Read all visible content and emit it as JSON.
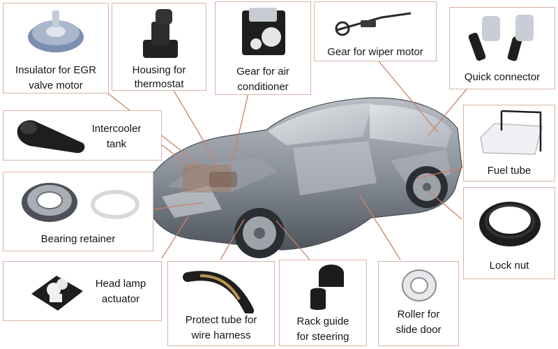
{
  "parts": [
    {
      "id": "insulator-egr-valve-motor",
      "line1": "Insulator for EGR",
      "line2": "valve motor",
      "icon": "egr-insulator-icon"
    },
    {
      "id": "housing-thermostat",
      "line1": "Housing for",
      "line2": "thermostat",
      "icon": "thermostat-housing-icon"
    },
    {
      "id": "gear-air-conditioner",
      "line1": "Gear for air",
      "line2": "conditioner",
      "icon": "ac-gear-icon"
    },
    {
      "id": "gear-wiper-motor",
      "line1": "Gear for wiper motor",
      "line2": "",
      "icon": "wiper-gear-icon"
    },
    {
      "id": "quick-connector",
      "line1": "Quick connector",
      "line2": "",
      "icon": "quick-connector-icon"
    },
    {
      "id": "intercooler-tank",
      "line1": "Intercooler",
      "line2": "tank",
      "icon": "intercooler-tank-icon"
    },
    {
      "id": "fuel-tube",
      "line1": "Fuel tube",
      "line2": "",
      "icon": "fuel-tube-icon"
    },
    {
      "id": "bearing-retainer",
      "line1": "Bearing retainer",
      "line2": "",
      "icon": "bearing-retainer-icon"
    },
    {
      "id": "lock-nut",
      "line1": "Lock nut",
      "line2": "",
      "icon": "lock-nut-icon"
    },
    {
      "id": "head-lamp-actuator",
      "line1": "Head lamp",
      "line2": "actuator",
      "icon": "head-lamp-actuator-icon"
    },
    {
      "id": "protect-tube-wire-harness",
      "line1": "Protect tube for",
      "line2": "wire harness",
      "icon": "protect-tube-icon"
    },
    {
      "id": "rack-guide-steering",
      "line1": "Rack guide",
      "line2": "for steering",
      "icon": "rack-guide-icon"
    },
    {
      "id": "roller-slide-door",
      "line1": "Roller for",
      "line2": "slide door",
      "icon": "slide-door-roller-icon"
    }
  ],
  "colors": {
    "border": "#d6b4a4",
    "leader": "#c9826a",
    "car_body": "#7c828b",
    "part_black": "#1c1c1c"
  }
}
